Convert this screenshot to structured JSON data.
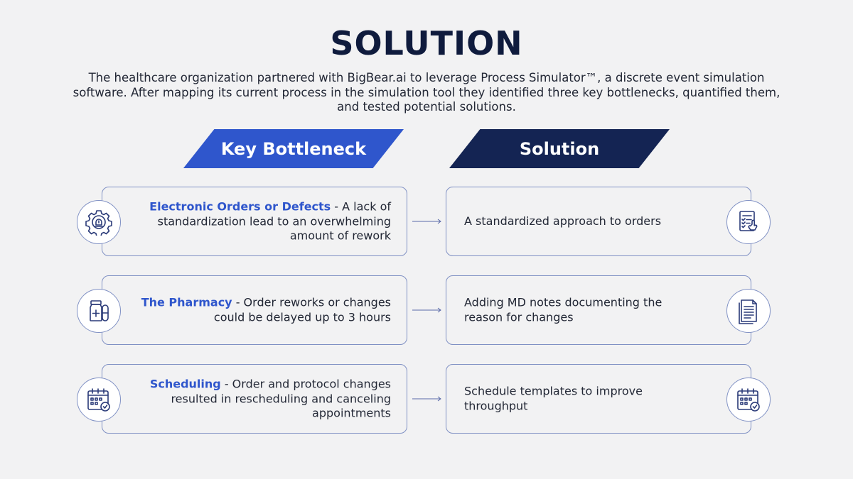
{
  "title": "SOLUTION",
  "intro": "The healthcare organization partnered with BigBear.ai to leverage Process Simulator™, a discrete event simulation software. After mapping its current process in the simulation tool they identified three key bottlenecks, quantified them, and tested potential solutions.",
  "headers": {
    "bottleneck": "Key Bottleneck",
    "solution": "Solution"
  },
  "rows": [
    {
      "bottleneck_title": "Electronic Orders or Defects",
      "bottleneck_text": " - A lack of standardization lead to an overwhelming amount of rework",
      "solution": "A standardized approach to orders",
      "left_icon": "gear-alert-icon",
      "right_icon": "checklist-touch-icon"
    },
    {
      "bottleneck_title": "The Pharmacy",
      "bottleneck_text": " - Order reworks or changes could be delayed up to 3 hours",
      "solution": "Adding MD notes documenting the reason for changes",
      "left_icon": "medicine-icon",
      "right_icon": "document-icon"
    },
    {
      "bottleneck_title": "Scheduling",
      "bottleneck_text": " - Order and protocol changes resulted in rescheduling and canceling appointments",
      "solution": "Schedule templates to improve throughput",
      "left_icon": "calendar-check-icon",
      "right_icon": "calendar-check-icon"
    }
  ],
  "colors": {
    "accent_blue": "#2f56cc",
    "navy": "#142453",
    "title": "#0f1b3d",
    "border": "#8091c4",
    "background": "#f2f2f3"
  }
}
